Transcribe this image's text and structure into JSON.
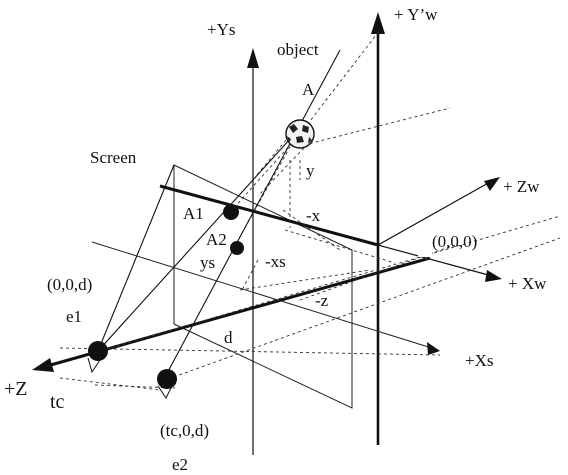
{
  "labels": {
    "ys_axis": "+Ys",
    "yw_axis": "+ Y’w",
    "object": "object",
    "point_a": "A",
    "screen": "Screen",
    "y": "y",
    "zw_axis": "+ Zw",
    "a1": "A1",
    "neg_x": "-x",
    "a2": "A2",
    "ys": "ys",
    "neg_xs": "-xs",
    "origin_world": "(0,0,0)",
    "xw_axis": "+ Xw",
    "point_00d": "(0,0,d)",
    "neg_z": "-z",
    "e1": "e1",
    "d": "d",
    "xs_axis": "+Xs",
    "z_axis": "+Z",
    "tc": "tc",
    "point_tc0d": "(tc,0,d)",
    "e2": "e2"
  }
}
